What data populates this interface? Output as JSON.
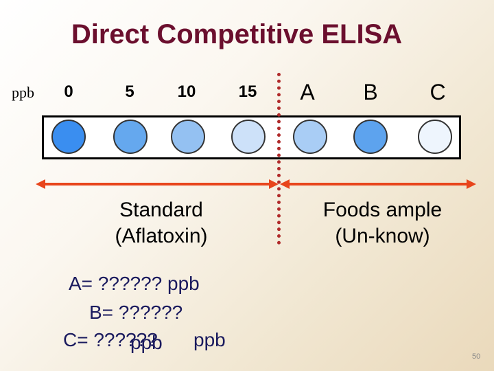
{
  "title": "Direct Competitive ELISA",
  "ppb_label": "ppb",
  "columns": [
    {
      "label": "0",
      "color": "#3a8ef0"
    },
    {
      "label": "5",
      "color": "#65a8ee"
    },
    {
      "label": "10",
      "color": "#94c1f2"
    },
    {
      "label": "15",
      "color": "#cde1f9"
    },
    {
      "label": "A",
      "color": "#a9cdf5"
    },
    {
      "label": "B",
      "color": "#5da3ee"
    },
    {
      "label": "C",
      "color": "#eef5fd"
    }
  ],
  "groups": {
    "standard": {
      "line1": "Standard",
      "line2": "(Aflatoxin)"
    },
    "food": {
      "line1": "Foods ample",
      "line2": "(Un-know)"
    }
  },
  "equations": {
    "a": "A= ?????? ppb",
    "b": "B= ??????",
    "c": "C= ??????",
    "c_unit": "ppb",
    "c_unit2": "ppb"
  },
  "page_number": "50",
  "colors": {
    "title": "#6b0f2e",
    "arrow": "#e8451c",
    "divider": "#b02a2a"
  }
}
